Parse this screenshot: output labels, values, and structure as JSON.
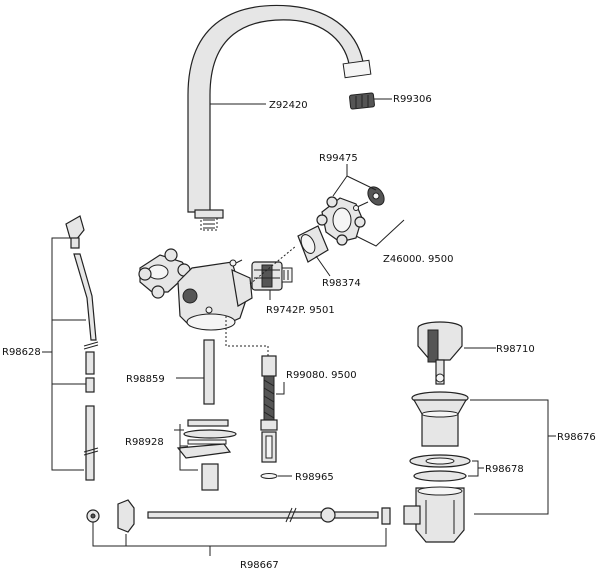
{
  "parts": {
    "spout": "Z92420",
    "aerator": "R99306",
    "handle_set": "R99475",
    "handle_assembly": "Z46000. 9500",
    "headpart_nut": "R98374",
    "cartridge": "R9742P. 9501",
    "pop_up_rod": "R98628",
    "threaded_rod": "R98859",
    "flex_hose": "R99080. 9500",
    "fixing_set": "R98928",
    "hose_washer": "R98965",
    "plug": "R98710",
    "waste": "R98676",
    "waste_washers": "R98678",
    "lever_linkage": "R98667"
  }
}
